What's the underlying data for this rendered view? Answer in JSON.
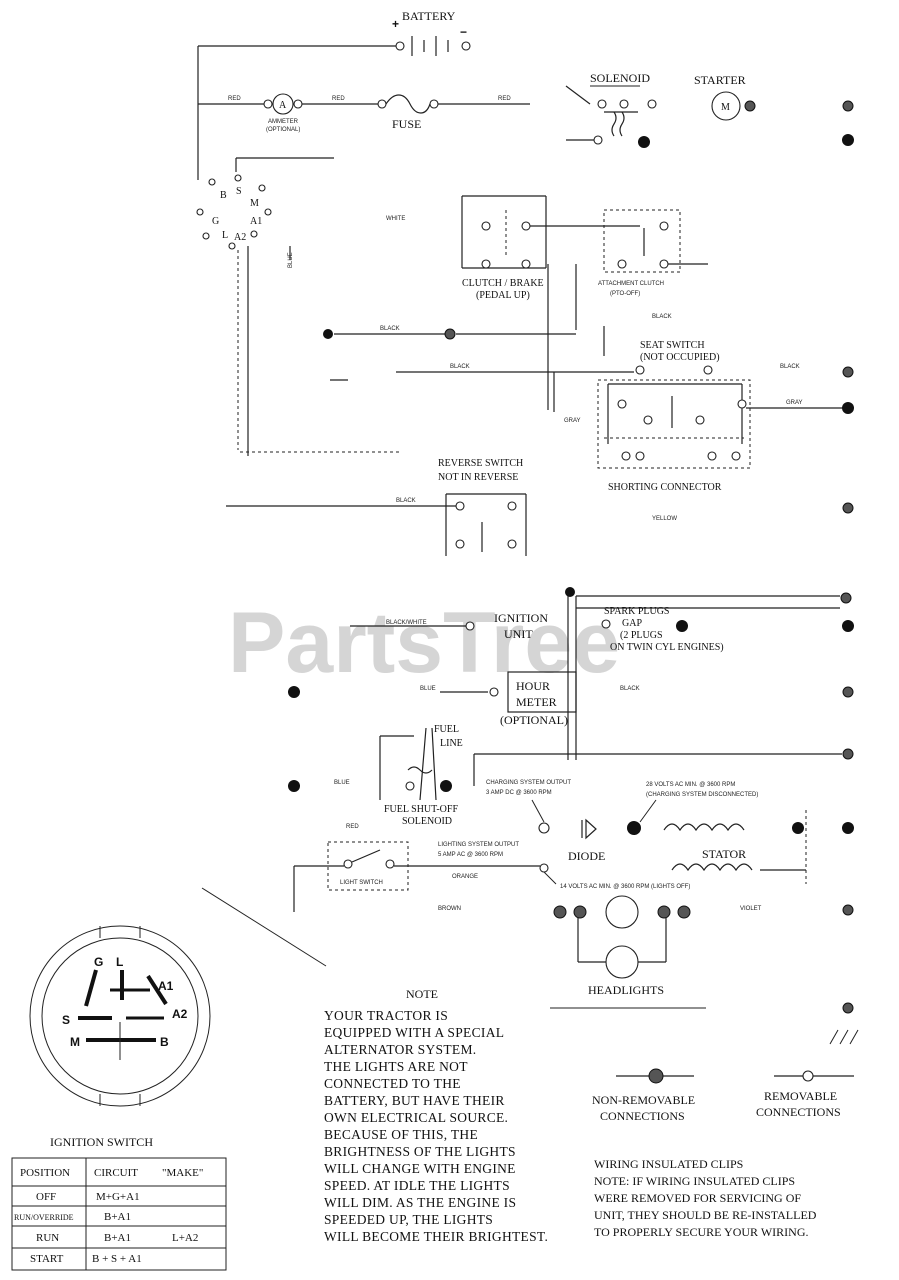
{
  "watermark": "PartsTree",
  "components": {
    "battery": "BATTERY",
    "battery_pos": "+",
    "battery_neg": "−",
    "fuse": "FUSE",
    "ammeter_symbol": "A",
    "ammeter": "AMMETER",
    "ammeter_optional": "(OPTIONAL)",
    "solenoid": "SOLENOID",
    "starter": "STARTER",
    "starter_symbol": "M",
    "clutch_brake": "CLUTCH / BRAKE",
    "clutch_brake_sub": "(PEDAL UP)",
    "attachment_clutch": "ATTACHMENT CLUTCH",
    "attachment_clutch_sub": "(PTO-OFF)",
    "seat_switch": "SEAT SWITCH",
    "seat_switch_sub": "(NOT OCCUPIED)",
    "shorting_connector": "SHORTING CONNECTOR",
    "reverse_switch": "REVERSE SWITCH",
    "reverse_switch_sub": "NOT IN REVERSE",
    "ignition_unit_l1": "IGNITION",
    "ignition_unit_l2": "UNIT",
    "spark_plugs_l1": "SPARK PLUGS",
    "spark_plugs_l2": "GAP",
    "spark_plugs_l3": "(2 PLUGS",
    "spark_plugs_l4": "ON TWIN CYL ENGINES)",
    "hour_meter_l1": "HOUR",
    "hour_meter_l2": "METER",
    "hour_meter_l3": "(OPTIONAL)",
    "fuel_line_l1": "FUEL",
    "fuel_line_l2": "LINE",
    "fuel_solenoid_l1": "FUEL SHUT-OFF",
    "fuel_solenoid_l2": "SOLENOID",
    "charging_output_l1": "CHARGING SYSTEM OUTPUT",
    "charging_output_l2": "3 AMP DC @ 3600 RPM",
    "volts28_l1": "28 VOLTS AC MIN. @ 3600 RPM",
    "volts28_l2": "(CHARGING SYSTEM DISCONNECTED)",
    "lighting_output_l1": "LIGHTING SYSTEM OUTPUT",
    "lighting_output_l2": "5 AMP AC @ 3600 RPM",
    "diode": "DIODE",
    "stator": "STATOR",
    "volts14": "14 VOLTS AC MIN. @ 3600 RPM (LIGHTS OFF)",
    "light_switch": "LIGHT SWITCH",
    "headlights": "HEADLIGHTS"
  },
  "wires": {
    "red": "RED",
    "white": "WHITE",
    "blue": "BLUE",
    "black": "BLACK",
    "gray": "GRAY",
    "yellow": "YELLOW",
    "black_white": "BLACK/WHITE",
    "orange": "ORANGE",
    "brown": "BROWN",
    "violet": "VIOLET"
  },
  "ignition_terminals": {
    "g": "G",
    "l": "L",
    "a1": "A1",
    "a2": "A2",
    "s": "S",
    "m": "M",
    "b": "B",
    "diag_b": "B",
    "diag_s": "S",
    "diag_m": "M",
    "diag_g": "G",
    "diag_l": "L",
    "diag_a1": "A1",
    "diag_a2": "A2"
  },
  "ignition_switch": {
    "title": "IGNITION SWITCH",
    "headers": [
      "POSITION",
      "CIRCUIT",
      "\"MAKE\""
    ],
    "rows": [
      {
        "position": "OFF",
        "circuit": "M+G+A1",
        "extra": ""
      },
      {
        "position": "RUN/OVERRIDE",
        "circuit": "B+A1",
        "extra": ""
      },
      {
        "position": "RUN",
        "circuit": "B+A1",
        "extra": "L+A2"
      },
      {
        "position": "START",
        "circuit": "B + S + A1",
        "extra": ""
      }
    ]
  },
  "note": {
    "title": "NOTE",
    "lines": [
      "YOUR TRACTOR IS",
      "EQUIPPED WITH A SPECIAL",
      "ALTERNATOR SYSTEM.",
      "THE LIGHTS ARE NOT",
      "CONNECTED TO THE",
      "BATTERY, BUT HAVE THEIR",
      "OWN ELECTRICAL SOURCE.",
      "BECAUSE OF THIS, THE",
      "BRIGHTNESS OF THE LIGHTS",
      "WILL CHANGE WITH ENGINE",
      "SPEED.  AT IDLE THE LIGHTS",
      "WILL DIM.  AS THE ENGINE IS",
      "SPEEDED UP, THE LIGHTS",
      "WILL BECOME THEIR BRIGHTEST."
    ]
  },
  "legend": {
    "non_removable_l1": "NON-REMOVABLE",
    "non_removable_l2": "CONNECTIONS",
    "removable_l1": "REMOVABLE",
    "removable_l2": "CONNECTIONS"
  },
  "clips_note": {
    "lines": [
      "WIRING INSULATED CLIPS",
      "NOTE: IF WIRING INSULATED CLIPS",
      "WERE REMOVED FOR SERVICING OF",
      "UNIT, THEY SHOULD BE RE-INSTALLED",
      "TO PROPERLY SECURE YOUR WIRING."
    ]
  }
}
